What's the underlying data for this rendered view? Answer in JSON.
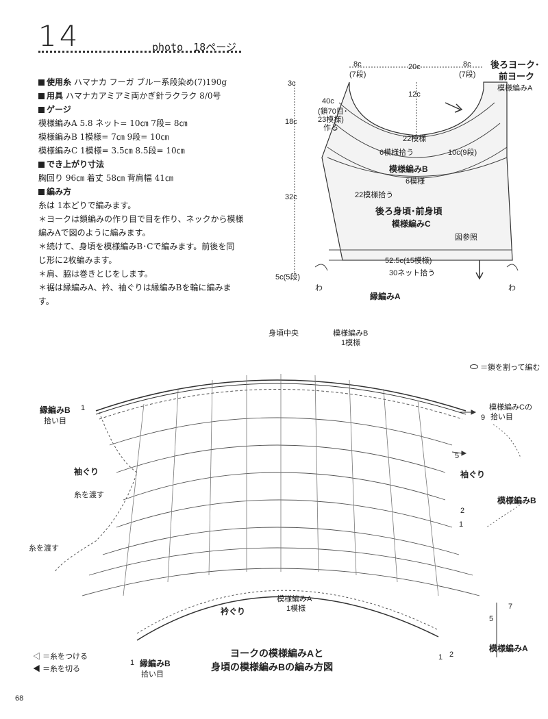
{
  "header": {
    "number": "14",
    "photo": "photo",
    "photo_page": "18ページ"
  },
  "materials": {
    "yarn_h": "使用糸",
    "yarn": "ハマナカ フーガ ブルー系段染め(7)190g",
    "tool_h": "用具",
    "tool": "ハマナカアミアミ両かぎ針ラクラク 8/0号",
    "gauge_h": "ゲージ",
    "gauge": [
      "模様編みA 5.8 ネット= 10㎝ 7段= 8㎝",
      "模様編みB 1模様= 7㎝ 9段= 10㎝",
      "模様編みC 1模様= 3.5㎝ 8.5段= 10㎝"
    ],
    "size_h": "でき上がり寸法",
    "size": "胸回り 96㎝ 着丈 58㎝ 背肩幅 41㎝",
    "method_h": "編み方",
    "method": [
      "糸は 1本どりで編みます。",
      "＊ヨークは鎖編みの作り目で目を作り、ネックから模様",
      "編みAで図のように編みます。",
      "＊続けて、身頃を模様編みB･Cで編みます。前後を同",
      "じ形に2枚編みます。",
      "＊肩、脇は巻きとじをします。",
      "＊裾は縁編みA、衿、袖ぐりは縁編みBを輪に編みま",
      "す。"
    ]
  },
  "schematic": {
    "shoulder_left": "8c",
    "shoulder_left_rows": "(7段)",
    "neck_width": "20c",
    "shoulder_right": "8c",
    "shoulder_right_rows": "(7段)",
    "yoke_title": "後ろヨーク･",
    "yoke_title2": "前ヨーク",
    "yoke_pattern": "模様編みA",
    "h_3": "3c",
    "h_18": "18c",
    "h_32": "32c",
    "h_5": "5c(5段)",
    "neck_depth": "12c",
    "foundation1": "40c",
    "foundation2": "(鎖70目･",
    "foundation3": "23模様)",
    "foundation4": "作る",
    "pat22": "22模様",
    "pick6": "6模様拾う",
    "armhole": "10c(9段)",
    "patB": "模様編みB",
    "pat6": "6模様",
    "pick22": "22模様拾う",
    "body_title": "後ろ身頃･前身頃",
    "patC": "模様編みC",
    "ref": "図参照",
    "hem_width": "52.5c(15模様)",
    "hem_pick": "30ネット拾う",
    "wa_l": "わ",
    "wa_r": "わ",
    "edgeA": "縁編みA"
  },
  "chart": {
    "center": "身頃中央",
    "patB_top": "模様編みB",
    "patB_top_rep": "1模様",
    "legend_chain": "＝鎖を割って編む",
    "edgeB_l": "縁編みB",
    "edgeB_l_sub": "拾い目",
    "row_1": "1",
    "patC_pick": "模様編みCの",
    "patC_pick2": "拾い目",
    "row_9": "9",
    "row_5": "5",
    "armhole_l": "袖ぐり",
    "armhole_r": "袖ぐり",
    "pass_yarn1": "糸を渡す",
    "pass_yarn2": "糸を渡す",
    "patB_r": "模様編みB",
    "row_2r": "2",
    "row_1r": "1",
    "patA_mid": "模様編みA",
    "patA_mid_rep": "1模様",
    "neck": "衿ぐり",
    "row_7": "7",
    "row_5b": "5",
    "row_1b": "1",
    "row_2b": "2",
    "patA_r": "模様編みA",
    "edgeB_b": "縁編みB",
    "edgeB_b_sub": "拾い目",
    "row_1c": "1",
    "title1": "ヨークの模様編みAと",
    "title2": "身頃の模様編みBの編み方図",
    "legend_attach": "＝糸をつける",
    "legend_cut": "＝糸を切る"
  },
  "footer": {
    "page": "68"
  }
}
